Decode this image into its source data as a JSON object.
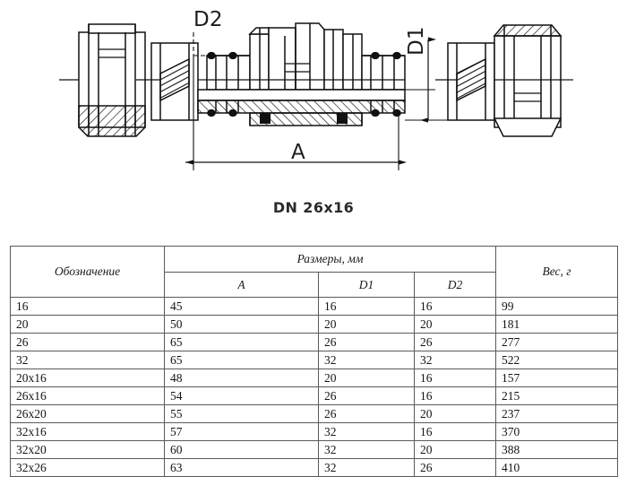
{
  "drawing": {
    "labels": {
      "d2": "D2",
      "d1": "D1",
      "a": "A"
    },
    "caption": "DN 26x16",
    "line_color": "#111111",
    "hatch_color": "#111111"
  },
  "table": {
    "headers": {
      "designation": "Обозначение",
      "dimensions_group": "Размеры, мм",
      "a": "A",
      "d1": "D1",
      "d2": "D2",
      "weight": "Вес, г"
    },
    "rows": [
      {
        "designation": "16",
        "a": "45",
        "d1": "16",
        "d2": "16",
        "weight": "99"
      },
      {
        "designation": "20",
        "a": "50",
        "d1": "20",
        "d2": "20",
        "weight": "181"
      },
      {
        "designation": "26",
        "a": "65",
        "d1": "26",
        "d2": "26",
        "weight": "277"
      },
      {
        "designation": "32",
        "a": "65",
        "d1": "32",
        "d2": "32",
        "weight": "522"
      },
      {
        "designation": "20x16",
        "a": "48",
        "d1": "20",
        "d2": "16",
        "weight": "157"
      },
      {
        "designation": "26x16",
        "a": "54",
        "d1": "26",
        "d2": "16",
        "weight": "215"
      },
      {
        "designation": "26x20",
        "a": "55",
        "d1": "26",
        "d2": "20",
        "weight": "237"
      },
      {
        "designation": "32x16",
        "a": "57",
        "d1": "32",
        "d2": "16",
        "weight": "370"
      },
      {
        "designation": "32x20",
        "a": "60",
        "d1": "32",
        "d2": "20",
        "weight": "388"
      },
      {
        "designation": "32x26",
        "a": "63",
        "d1": "32",
        "d2": "26",
        "weight": "410"
      }
    ]
  }
}
